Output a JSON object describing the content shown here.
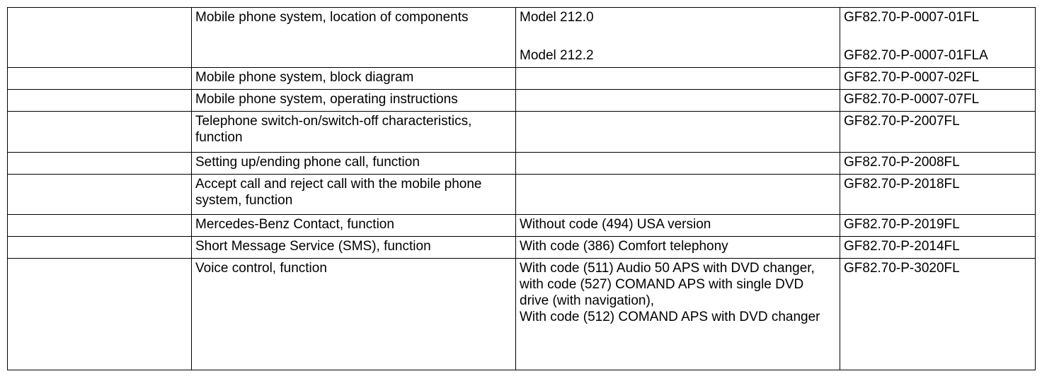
{
  "rows": [
    {
      "title": "Mobile phone system, location of components",
      "conditions": [
        "Model 212.0",
        "Model 212.2"
      ],
      "docs": [
        "GF82.70-P-0007-01FL",
        "GF82.70-P-0007-01FLA"
      ]
    },
    {
      "title": "Mobile phone system, block diagram",
      "condition": "",
      "doc": "GF82.70-P-0007-02FL"
    },
    {
      "title": "Mobile phone system, operating instructions",
      "condition": "",
      "doc": "GF82.70-P-0007-07FL"
    },
    {
      "title": "Telephone switch-on/switch-off characteristics, function",
      "condition": "",
      "doc": "GF82.70-P-2007FL"
    },
    {
      "title": "Setting up/ending phone call, function",
      "condition": "",
      "doc": "GF82.70-P-2008FL"
    },
    {
      "title": "Accept call and reject call with the mobile phone system, function",
      "condition": "",
      "doc": "GF82.70-P-2018FL"
    },
    {
      "title": "Mercedes-Benz Contact, function",
      "condition": "Without code (494) USA version",
      "doc": "GF82.70-P-2019FL"
    },
    {
      "title": "Short Message Service (SMS), function",
      "condition": "With code (386) Comfort telephony",
      "doc": "GF82.70-P-2014FL"
    },
    {
      "title": "Voice control, function",
      "condition_lines": [
        "With code (511) Audio 50 APS with DVD changer,",
        "with code (527) COMAND APS with single DVD drive (with navigation),",
        "With code (512) COMAND APS with DVD changer"
      ],
      "doc": "GF82.70-P-3020FL"
    }
  ]
}
